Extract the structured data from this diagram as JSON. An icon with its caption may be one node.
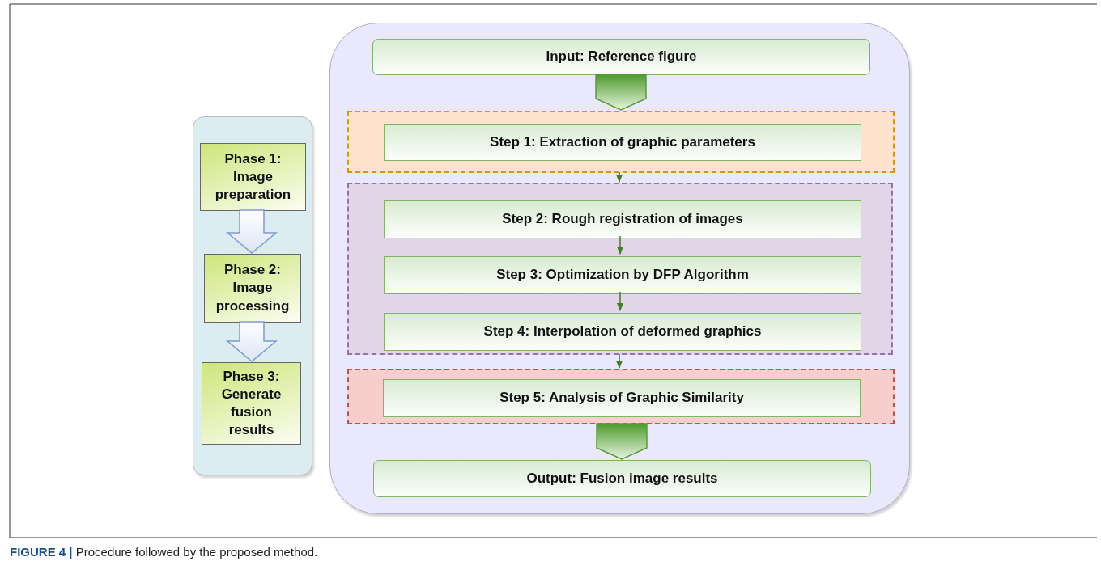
{
  "diagram": {
    "caption": "**FIGURE 4 |** Procedure followed by the proposed method.",
    "nodes": [
      {
        "text": [],
        "shape": "box"
      },
      {
        "text": [
          "Phase 1: Image preparation"
        ],
        "in": 0
      },
      {
        "text": [
          "Phase 2: Image processing"
        ],
        "in": 0
      },
      {
        "text": [
          "Phase 3: Generate fusion results"
        ],
        "in": 0
      },
      {
        "text": [],
        "shape": "box"
      },
      {
        "text": [
          "Input: Reference figure"
        ],
        "in": 4
      },
      {
        "text": [],
        "shape": "box",
        "in": 4
      },
      {
        "text": [
          "Step 1: Extraction of graphic parameters"
        ],
        "in": 6
      },
      {
        "text": [],
        "shape": "box",
        "in": 4
      },
      {
        "text": [
          "Step 2: Rough registration of images"
        ],
        "in": 8
      },
      {
        "text": [
          "Step 3: Optimization by DFP Algorithm"
        ],
        "in": 8
      },
      {
        "text": [
          "Step 4: Interpolation of deformed graphics"
        ],
        "in": 8
      },
      {
        "text": [],
        "shape": "box",
        "in": 4
      },
      {
        "text": [
          "Step 5: Analysis of Graphic Similarity"
        ],
        "in": 12
      },
      {
        "text": [
          "Output: Fusion image results"
        ],
        "in": 4
      }
    ],
    "edges": [
      {
        "from": 1,
        "to": 2,
        "arrow": "to",
        "style": "thick",
        "color": "#7f9ad0"
      },
      {
        "from": 2,
        "to": 3,
        "arrow": "to",
        "style": "thick",
        "color": "#7f9ad0"
      },
      {
        "from": 5,
        "to": 6,
        "arrow": "to",
        "style": "thick"
      },
      {
        "from": 6,
        "to": 8,
        "arrow": "to"
      },
      {
        "from": 9,
        "to": 10,
        "arrow": "to"
      },
      {
        "from": 10,
        "to": 11,
        "arrow": "to"
      },
      {
        "from": 8,
        "to": 12,
        "arrow": "to"
      },
      {
        "from": 12,
        "to": 14,
        "arrow": "to",
        "style": "thick"
      }
    ]
  }
}
